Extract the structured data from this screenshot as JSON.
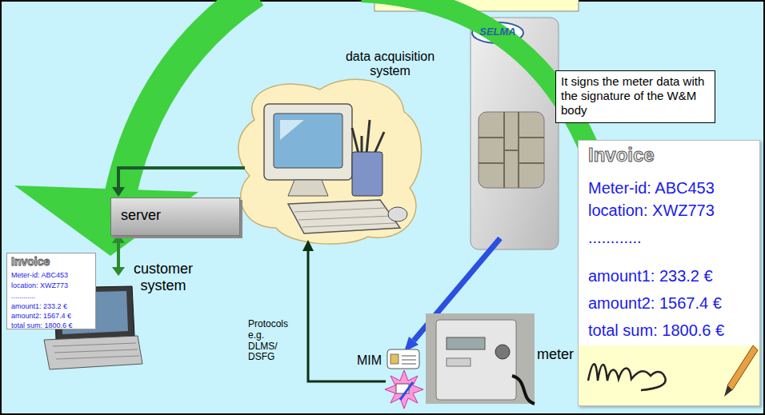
{
  "diagram": {
    "nodes": [
      {
        "text": [
          "It signs the meter data with the signature of the W&M body"
        ]
      },
      {
        "text": [
          "Invoice",
          "Meter-id: ABC453",
          "location: XWZ773",
          "............",
          "amount1: 233.2 €",
          "amount2: 1567.4 €",
          "total sum: 1800.6 €"
        ]
      },
      {
        "text": [
          "server"
        ]
      },
      {
        "text": [
          "Invoice",
          "Meter-id: ABC453",
          "location: XWZ773",
          "............",
          "amount1: 233.2 €",
          "amount2: 1567.4 €",
          "total sum: 1800.6 €"
        ]
      }
    ],
    "labels": [
      "data acquisition system",
      "SELMA",
      "customer system",
      "Protocols e.g. DLMS/ DSFG",
      "MIM",
      "meter"
    ]
  }
}
